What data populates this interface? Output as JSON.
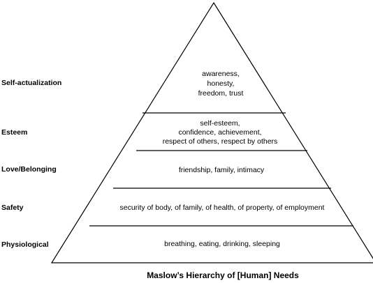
{
  "caption": "Maslow’s Hierarchy of [Human] Needs",
  "levels": [
    {
      "label": "Self-actualization",
      "text": [
        "awareness,",
        "honesty,",
        "freedom, trust"
      ]
    },
    {
      "label": "Esteem",
      "text": [
        "self-esteem,",
        "confidence, achievement,",
        "respect of others, respect by others"
      ]
    },
    {
      "label": "Love/Belonging",
      "text": [
        "friendship, family, intimacy"
      ]
    },
    {
      "label": "Safety",
      "text": [
        "security of body, of family, of health, of property, of employment"
      ]
    },
    {
      "label": "Physiological",
      "text": [
        "breathing, eating, drinking, sleeping"
      ]
    }
  ],
  "colors": {
    "line": "#000000",
    "background": "#ffffff",
    "text": "#000000"
  }
}
